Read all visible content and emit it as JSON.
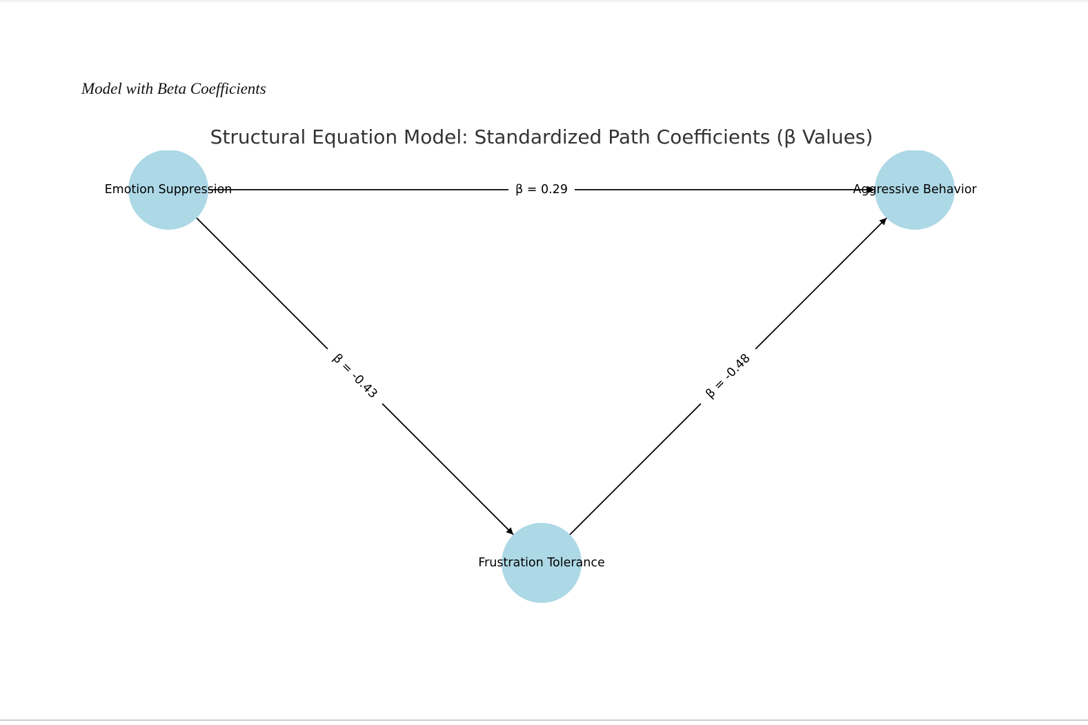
{
  "subtitle": "Model with Beta Coefficients",
  "title": "Structural Equation Model: Standardized Path Coefficients (β Values)",
  "colors": {
    "node_fill": "#add8e6",
    "edge": "#000000",
    "title": "#333333"
  },
  "nodes": [
    {
      "id": "emotion_suppression",
      "label": "Emotion Suppression"
    },
    {
      "id": "aggressive_behavior",
      "label": "Aggressive Behavior"
    },
    {
      "id": "frustration_tolerance",
      "label": "Frustration Tolerance"
    }
  ],
  "edges": [
    {
      "from": "emotion_suppression",
      "to": "aggressive_behavior",
      "beta": 0.29,
      "label": "β = 0.29"
    },
    {
      "from": "emotion_suppression",
      "to": "frustration_tolerance",
      "beta": -0.43,
      "label": "β = -0.43"
    },
    {
      "from": "frustration_tolerance",
      "to": "aggressive_behavior",
      "beta": -0.48,
      "label": "β = -0.48"
    }
  ]
}
